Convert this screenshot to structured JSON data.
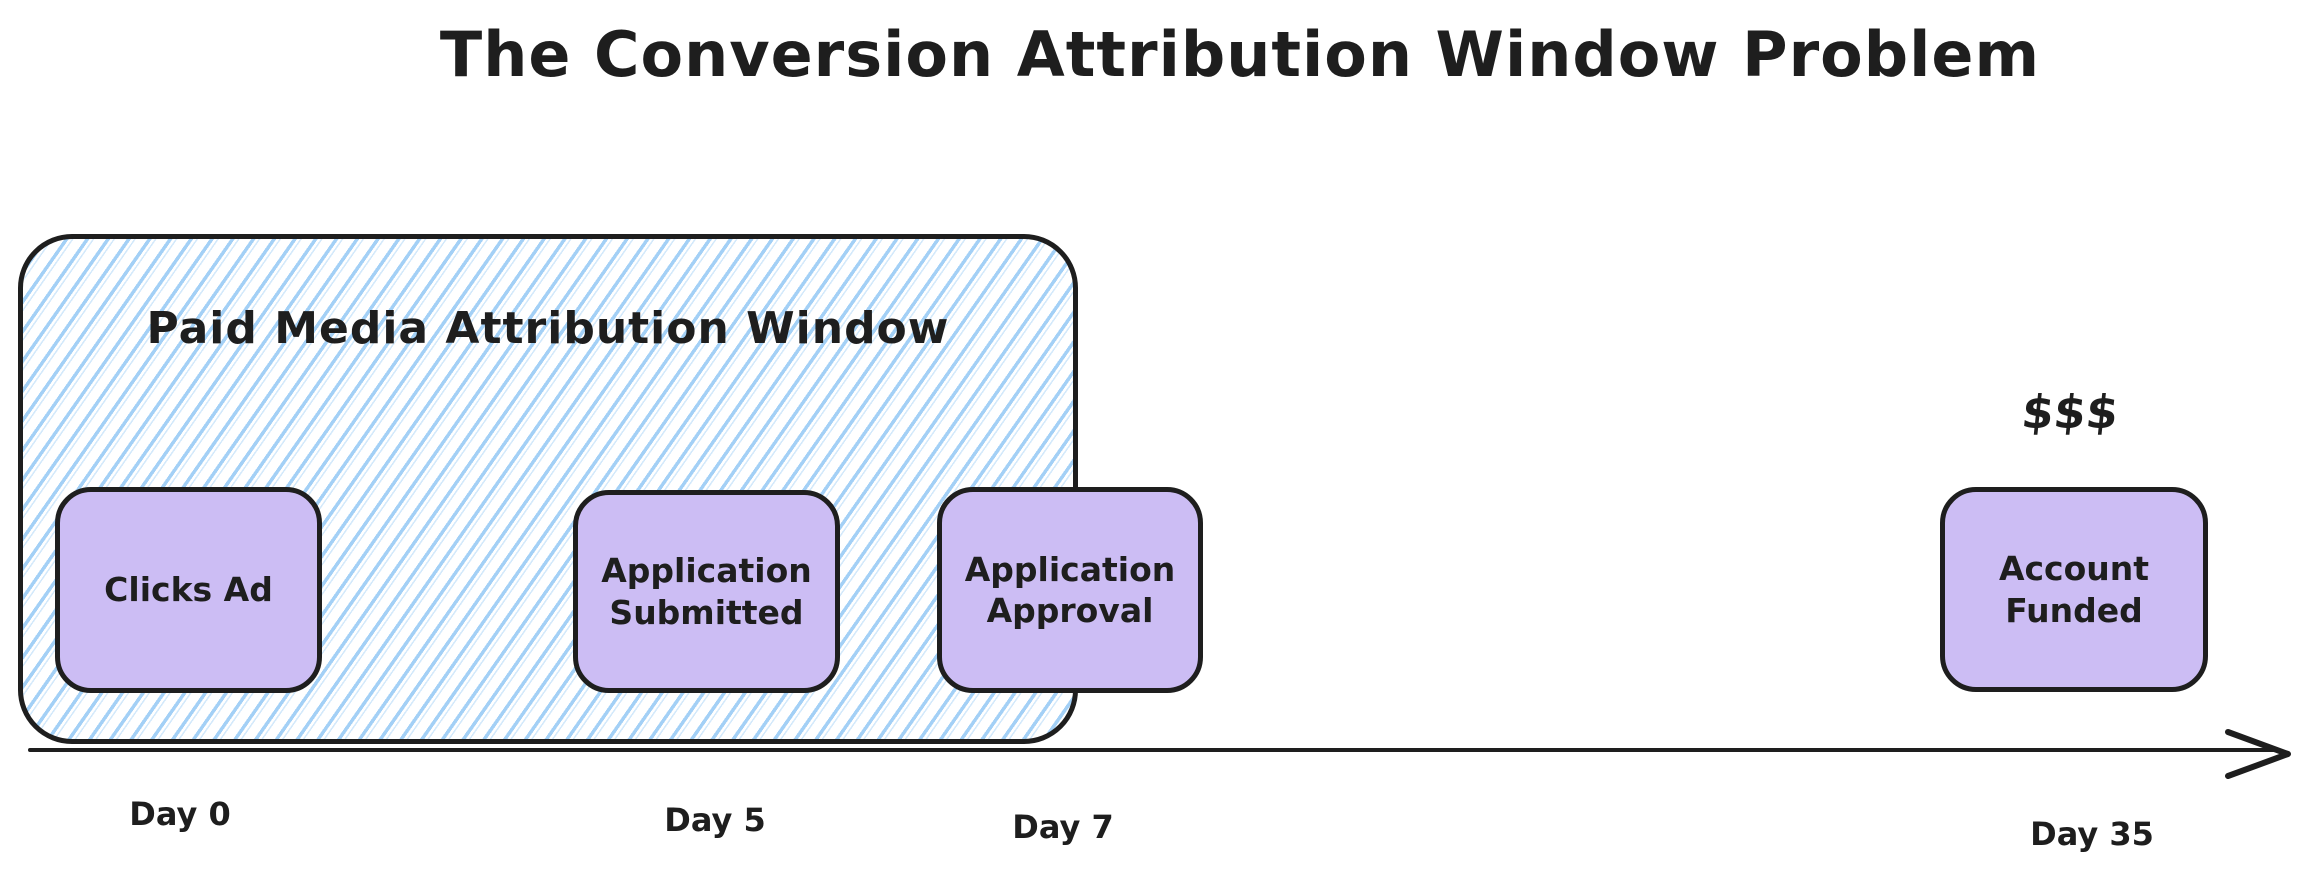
{
  "title": "The Conversion Attribution Window Problem",
  "attribution_window": {
    "label": "Paid Media Attribution Window"
  },
  "events": [
    {
      "label": "Clicks Ad",
      "day": "Day 0"
    },
    {
      "label": "Application Submitted",
      "day": "Day 5"
    },
    {
      "label": "Application Approval",
      "day": "Day 7"
    },
    {
      "label": "Account Funded",
      "day": "Day 35",
      "annotation": "$$$"
    }
  ],
  "colors": {
    "stroke": "#1e1e1e",
    "event_box_fill": "#ccbdf4",
    "window_hatch_blue": "#9ecdf5",
    "canvas_background": "#ffffff"
  }
}
